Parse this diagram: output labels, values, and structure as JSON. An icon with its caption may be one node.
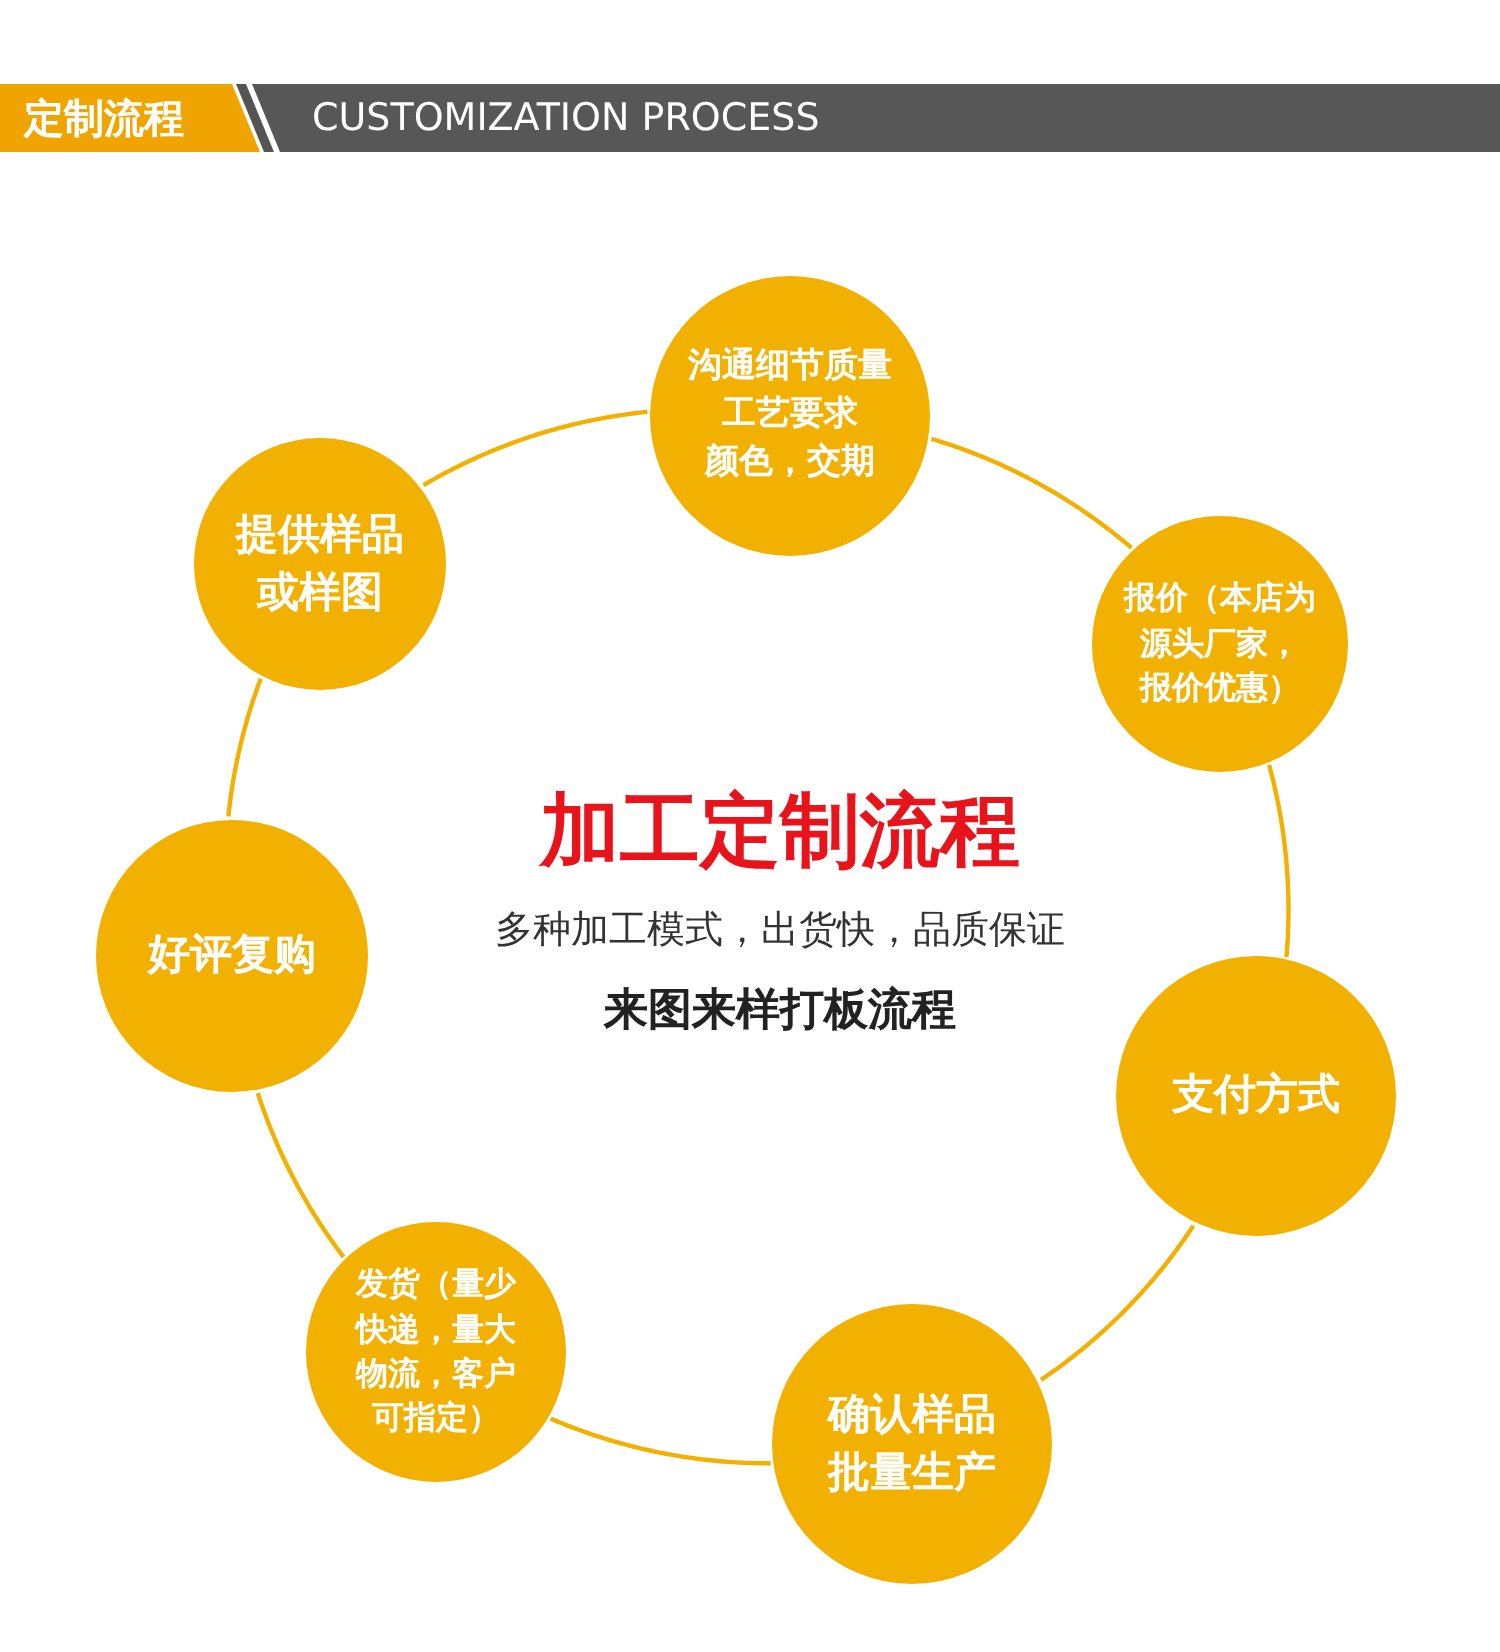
{
  "diagram": {
    "title": "定制流程",
    "nodes": [
      {
        "text": [
          "提供样品或样图"
        ]
      },
      {
        "text": [
          "沟通细节质量工艺要求颜色，交期"
        ]
      },
      {
        "text": [
          "报价（本店为源头厂家，报价优惠）"
        ]
      },
      {
        "text": [
          "好评复购"
        ]
      },
      {
        "text": [
          "支付方式"
        ]
      },
      {
        "text": [
          "发货（量少快递，量大物流，客户可指定）"
        ]
      },
      {
        "text": [
          "确认样品批量生产"
        ]
      }
    ],
    "edges": [
      {
        "from": 1,
        "to": 2,
        "arrow": "none"
      },
      {
        "from": 2,
        "to": 4,
        "arrow": "none"
      },
      {
        "from": 4,
        "to": 6,
        "arrow": "none"
      },
      {
        "from": 6,
        "to": 5,
        "arrow": "none"
      },
      {
        "from": 5,
        "to": 3,
        "arrow": "none"
      },
      {
        "from": 3,
        "to": 0,
        "arrow": "none"
      },
      {
        "from": 0,
        "to": 1,
        "arrow": "none"
      }
    ],
    "labels": [
      "CUSTOMIZATION PROCESS",
      "加工定制流程",
      "多种加工模式，出货快，品质保证",
      "来图来样打板流程"
    ]
  }
}
